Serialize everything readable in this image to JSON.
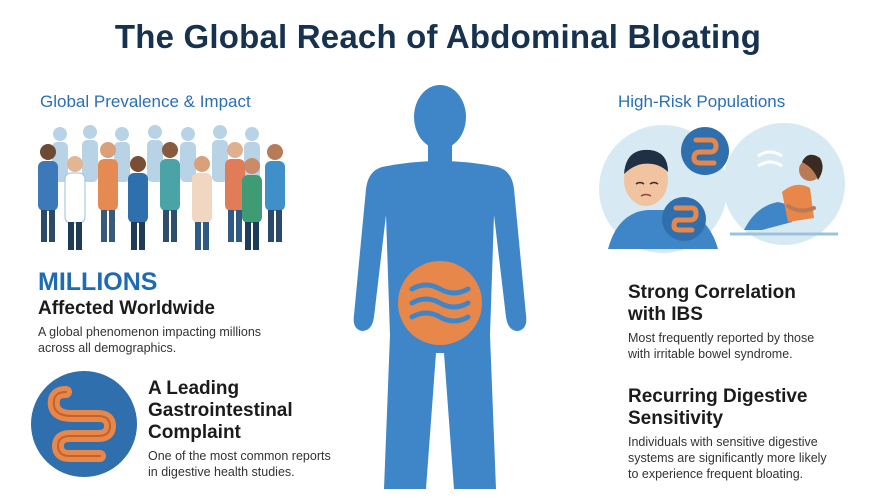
{
  "title": "The Global Reach of Abdominal Bloating",
  "left": {
    "heading": "Global Prevalence & Impact",
    "stat_big": "MILLIONS",
    "stat_label": "Affected Worldwide",
    "stat_desc_line1": "A global phenomenon impacting millions",
    "stat_desc_line2": "across all demographics.",
    "complaint_line1": "A Leading",
    "complaint_line2": "Gastrointestinal",
    "complaint_line3": "Complaint",
    "complaint_desc_line1": "One of the most common reports",
    "complaint_desc_line2": "in digestive health studies."
  },
  "right": {
    "heading": "High-Risk Populations",
    "ibs_line1": "Strong Correlation",
    "ibs_line2": "with IBS",
    "ibs_desc_line1": "Most frequently reported by those",
    "ibs_desc_line2": "with irritable bowel syndrome.",
    "sens_line1": "Recurring Digestive",
    "sens_line2": "Sensitivity",
    "sens_desc_line1": "Individuals with sensitive digestive",
    "sens_desc_line2": "systems are significantly more likely",
    "sens_desc_line3": "to experience frequent bloating."
  },
  "colors": {
    "navy": "#17324f",
    "accent_blue": "#2a6fb5",
    "body_blue": "#3f86c9",
    "orange": "#e8874a",
    "light_blue_bg": "#d7eaf4"
  },
  "icons": [
    "crowd-illustration",
    "intestine-icon",
    "body-silhouette",
    "bloating-wave-icon",
    "ibs-person-illustration",
    "reclining-woman-illustration"
  ]
}
